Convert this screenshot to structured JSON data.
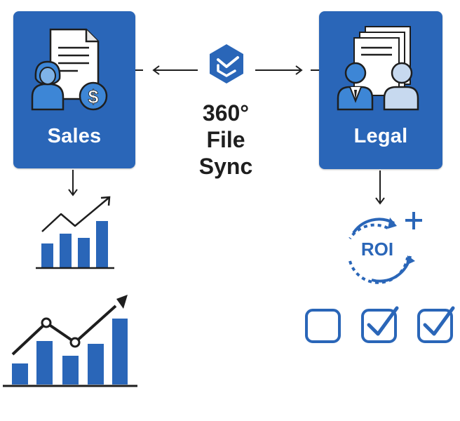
{
  "diagram": {
    "left_card": {
      "label": "Sales"
    },
    "right_card": {
      "label": "Legal"
    },
    "center": {
      "lines": [
        "360°",
        "File",
        "Sync"
      ]
    },
    "roi_label": "ROI",
    "checkboxes": [
      false,
      true,
      true
    ]
  },
  "colors": {
    "brand_blue": "#2a66b8",
    "chart_blue": "#2a66b8",
    "dark": "#1e1e1e"
  }
}
